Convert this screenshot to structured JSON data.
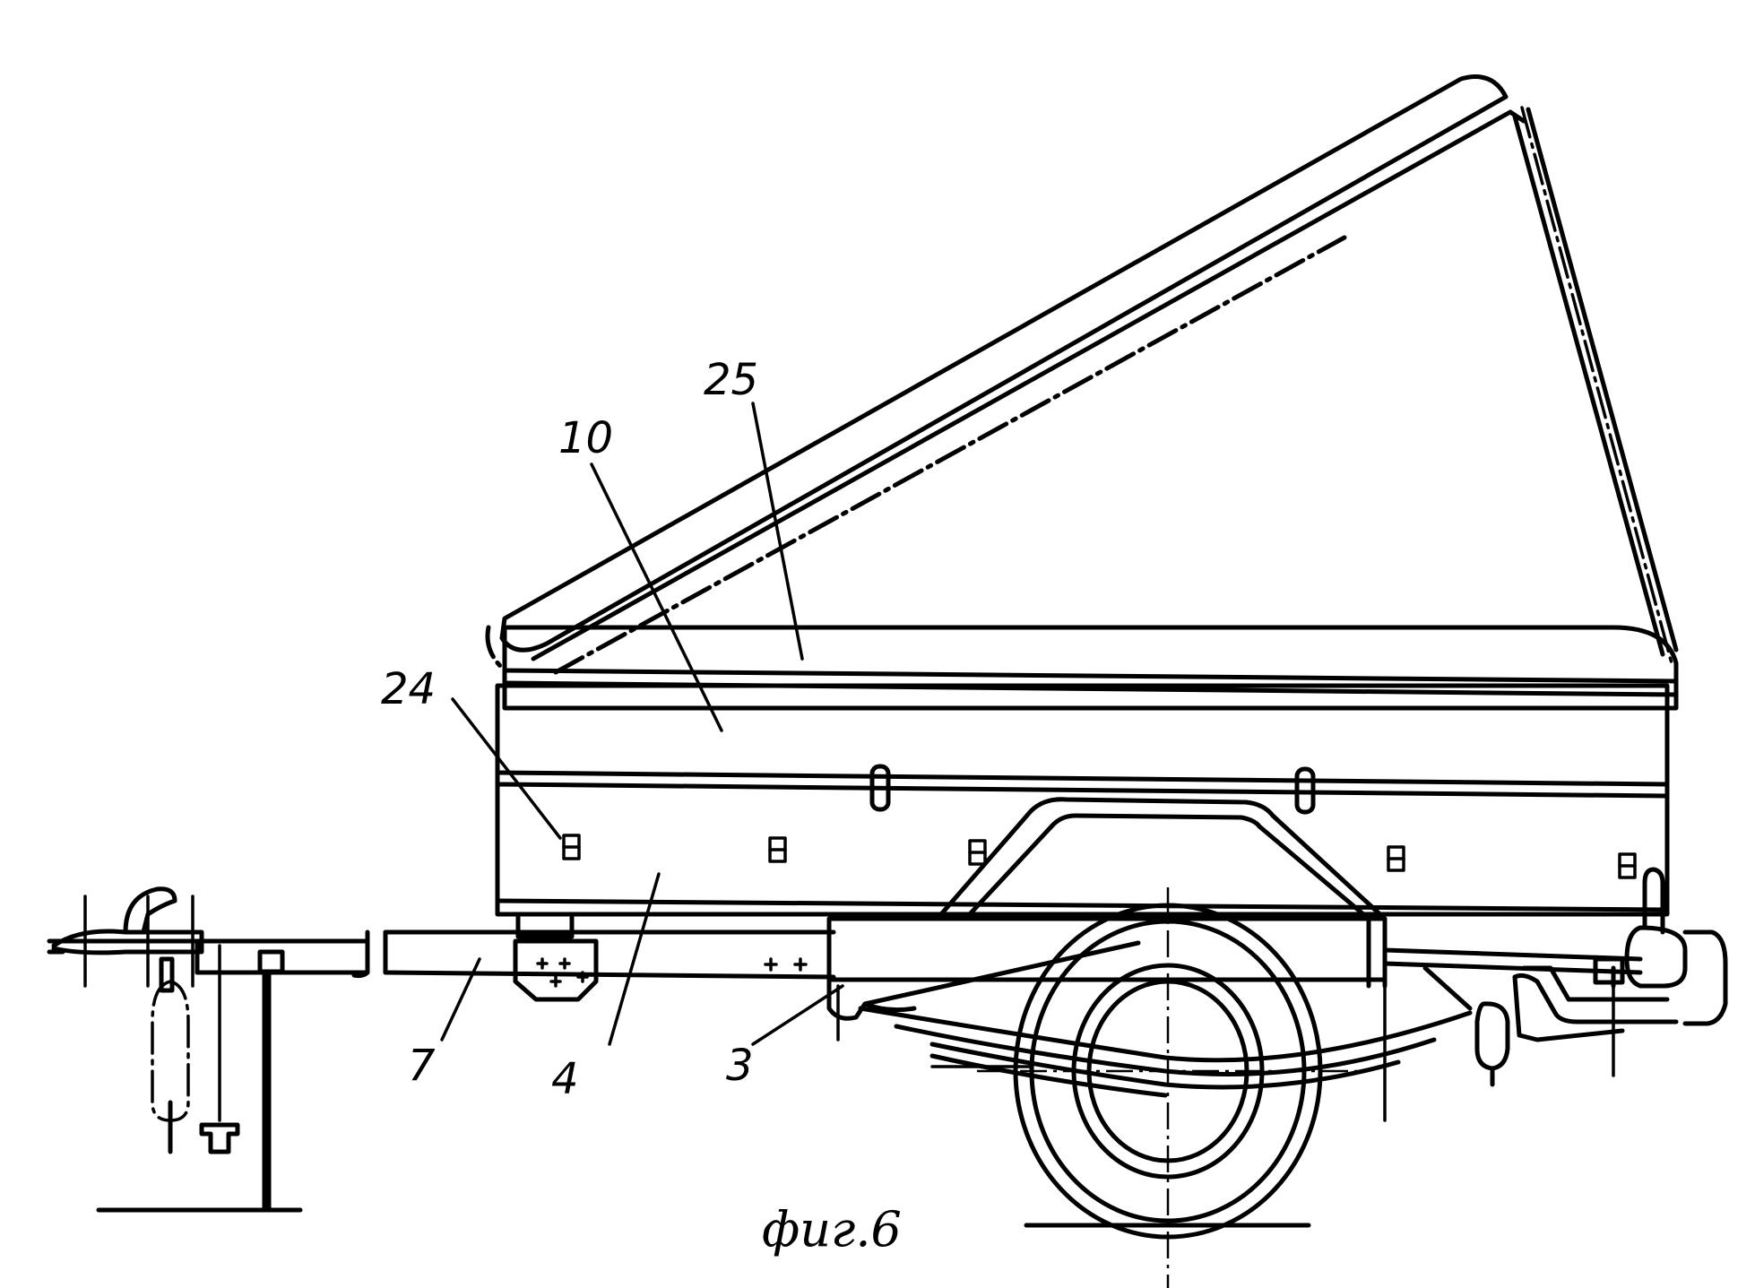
{
  "labels": {
    "l25": "25",
    "l10": "10",
    "l24": "24",
    "l7": "7",
    "l4": "4",
    "l3": "3"
  },
  "caption": "фиг.6"
}
